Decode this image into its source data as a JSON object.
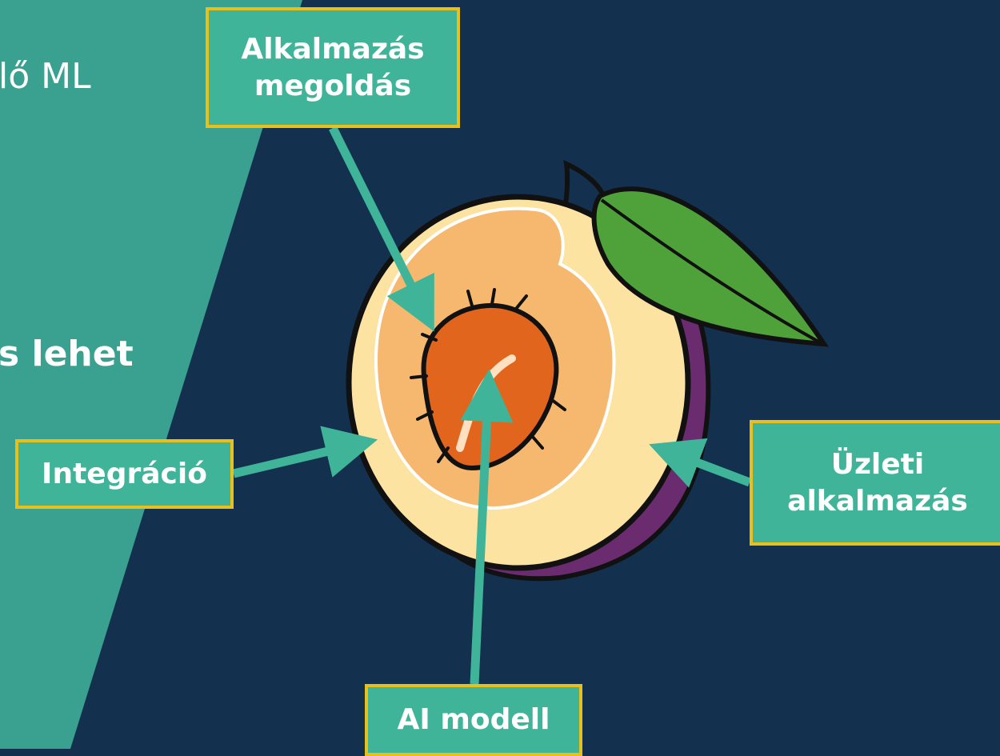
{
  "colors": {
    "background": "#13314f",
    "teal_panel": "#3aa08f",
    "label_fill": "#3fb498",
    "label_border": "#e9bf1a",
    "arrow": "#3fb498",
    "plum_skin": "#6a2b6f",
    "plum_flesh": "#fde3a2",
    "plum_inner": "#f6b86e",
    "pit": "#e2651d",
    "leaf": "#4fa23a"
  },
  "background_text": {
    "line1": "lő ML",
    "line2": "s lehet"
  },
  "labels": {
    "application_solution": "Alkalmazás megoldás",
    "application_solution_line1": "Alkalmazás",
    "application_solution_line2": "megoldás",
    "integration": "Integráció",
    "business_application_line1": "Üzleti",
    "business_application_line2": "alkalmazás",
    "ai_model": "AI modell"
  },
  "icons": [
    "plum-illustration-icon",
    "leaf-icon",
    "pit-icon",
    "arrow-icon"
  ]
}
